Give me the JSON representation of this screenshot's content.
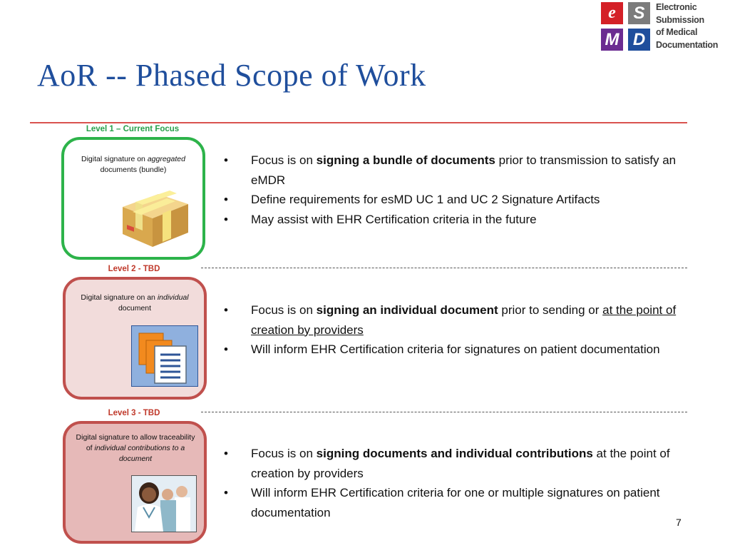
{
  "logo": {
    "letters": [
      "e",
      "S",
      "M",
      "D"
    ],
    "lines": [
      "Electronic",
      "Submission",
      "of Medical",
      "Documentation"
    ],
    "colors": {
      "e": "#d42027",
      "s": "#7c7c7c",
      "m": "#6b2c91",
      "d": "#1f4e9c"
    }
  },
  "title": "AoR -- Phased Scope of Work",
  "levels": [
    {
      "label": "Level 1 – Current Focus",
      "color": "#2db34a",
      "caption": {
        "pre": "Digital signature on ",
        "em": "aggregated",
        "post": " documents (bundle)"
      },
      "icon": "package-icon",
      "bullets": [
        {
          "pre": "Focus is on ",
          "bold": "signing a bundle of documents",
          "post": " prior to transmission to satisfy an eMDR"
        },
        {
          "text": "Define requirements for esMD UC 1 and UC 2 Signature Artifacts"
        },
        {
          "text": "May assist with EHR Certification criteria in the future"
        }
      ]
    },
    {
      "label": "Level 2 - TBD",
      "color": "#c0504d",
      "caption": {
        "pre": "Digital signature on an ",
        "em": "individual",
        "post": " document"
      },
      "icon": "documents-icon",
      "bullets": [
        {
          "pre": "Focus is on ",
          "bold": "signing an individual document",
          "mid": " prior to sending or ",
          "underline": "at the point of creation by providers"
        },
        {
          "text": "Will inform EHR Certification criteria for signatures on patient documentation"
        }
      ]
    },
    {
      "label": "Level 3 - TBD",
      "color": "#c0504d",
      "caption": {
        "pre": "Digital signature to allow traceability of ",
        "em": "individual contributions to a document",
        "post": ""
      },
      "icon": "providers-photo",
      "bullets": [
        {
          "pre": "Focus is on ",
          "bold": "signing documents and individual contributions",
          "post": " at the point of creation by providers"
        },
        {
          "text": "Will inform EHR Certification criteria for one or multiple signatures on patient documentation"
        }
      ]
    }
  ],
  "page_number": "7"
}
